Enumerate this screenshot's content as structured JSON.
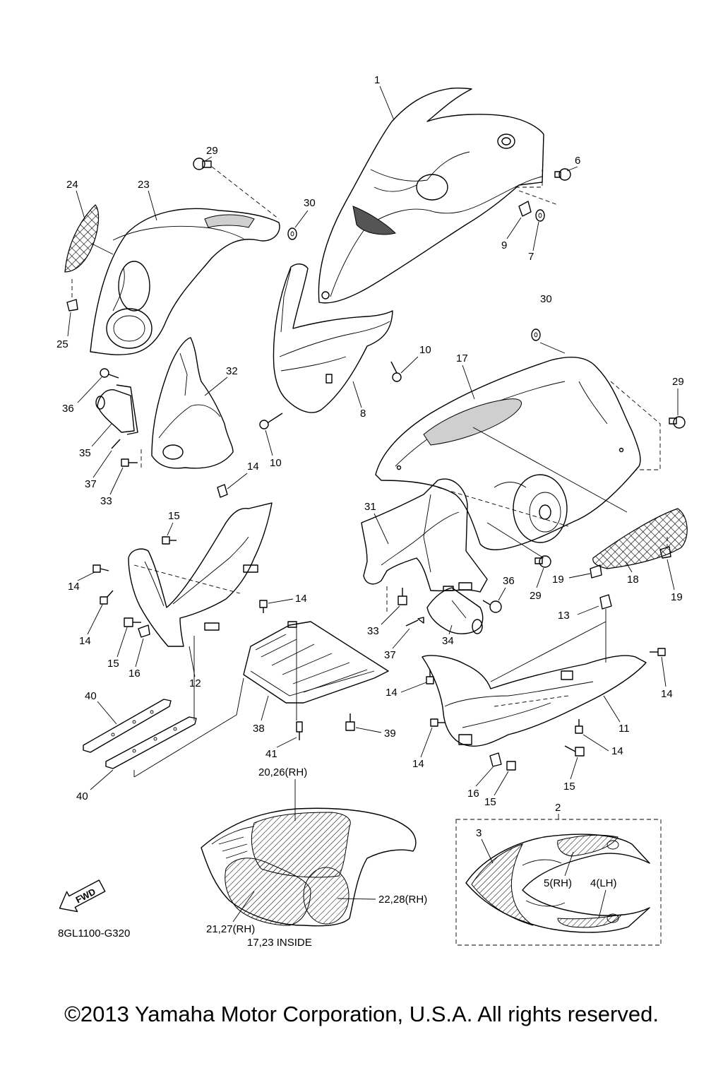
{
  "diagram": {
    "labels": {
      "p1": "1",
      "p2": "2",
      "p3": "3",
      "p6": "6",
      "p7": "7",
      "p8": "8",
      "p9": "9",
      "p10a": "10",
      "p10b": "10",
      "p11": "11",
      "p12": "12",
      "p13": "13",
      "p14a": "14",
      "p14b": "14",
      "p14c": "14",
      "p14d": "14",
      "p14e": "14",
      "p14f": "14",
      "p14g": "14",
      "p14h": "14",
      "p15a": "15",
      "p15b": "15",
      "p15c": "15",
      "p15d": "15",
      "p16a": "16",
      "p16b": "16",
      "p17": "17",
      "p18": "18",
      "p19a": "19",
      "p19b": "19",
      "p23": "23",
      "p24": "24",
      "p25": "25",
      "p29a": "29",
      "p29b": "29",
      "p29c": "29",
      "p30a": "30",
      "p30b": "30",
      "p31": "31",
      "p32": "32",
      "p33a": "33",
      "p33b": "33",
      "p34": "34",
      "p35": "35",
      "p36a": "36",
      "p36b": "36",
      "p37a": "37",
      "p37b": "37",
      "p38": "38",
      "p39": "39",
      "p40a": "40",
      "p40b": "40",
      "p41": "41",
      "graphics_top": "20,26(RH)",
      "graphics_lower_left": "21,27(RH)",
      "graphics_lower_right": "22,28(RH)",
      "graphics_note": "17,23 INSIDE",
      "decal_rh": "5(RH)",
      "decal_lh": "4(LH)",
      "diagram_code": "8GL1100-G320",
      "fwd_badge": "FWD"
    }
  },
  "footer": {
    "copyright": "©2013 Yamaha Motor Corporation, U.S.A. All rights reserved."
  }
}
